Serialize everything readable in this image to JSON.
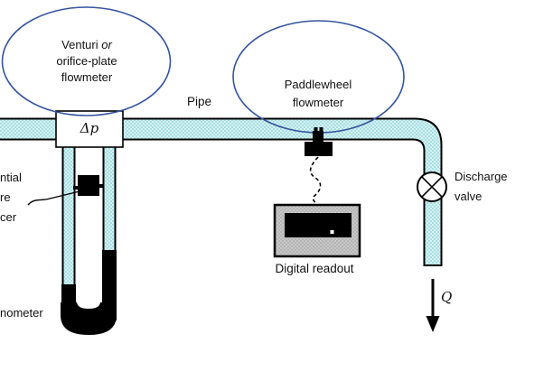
{
  "labels": {
    "venturi_flowmeter": {
      "word_regular": "Venturi",
      "word_italic": "or",
      "line2": "orifice-plate",
      "line3": "flowmeter"
    },
    "pipe": "Pipe",
    "paddlewheel_flowmeter": {
      "line1": "Paddlewheel",
      "line2": "flowmeter"
    },
    "delta_p": "Δp",
    "pressure_transducer_clipped": {
      "line1": "ntial",
      "line2": "re",
      "line3": "cer"
    },
    "manometer_clipped": "nometer",
    "digital_readout": "Digital readout",
    "discharge_valve": {
      "line1": "Discharge",
      "line2": "valve"
    },
    "flow_rate_symbol": "Q"
  },
  "colors": {
    "annotation_ellipse_stroke": "#35549e",
    "pipe_fill": "#d8f1f2",
    "pipe_checker": "#a6e0e3",
    "readout_body_fill": "#b5b5b5",
    "readout_screen": "#000000",
    "ink": "#000000"
  }
}
